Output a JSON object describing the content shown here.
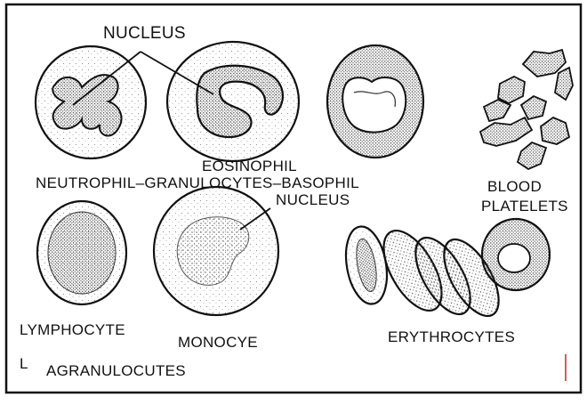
{
  "labels": {
    "nucleus_top": "NUCLEUS",
    "eosinophil": "EOSINOPHIL",
    "granulocytes": "NEUTROPHIL–GRANULOCYTES–BASOPHIL",
    "nucleus_mid": "NUCLEUS",
    "blood": "BLOOD",
    "platelets": "PLATELETS",
    "lymphocyte": "LYMPHOCYTE",
    "monocyte": "MONOCYE",
    "erythrocytes": "ERYTHROCYTES",
    "agranulocytes": "AGRANULOCUTES",
    "bracket_mark": "L"
  },
  "colors": {
    "ink": "#111111",
    "stipple": "#444444",
    "paper": "#ffffff",
    "edge_mark": "#cc2222"
  }
}
